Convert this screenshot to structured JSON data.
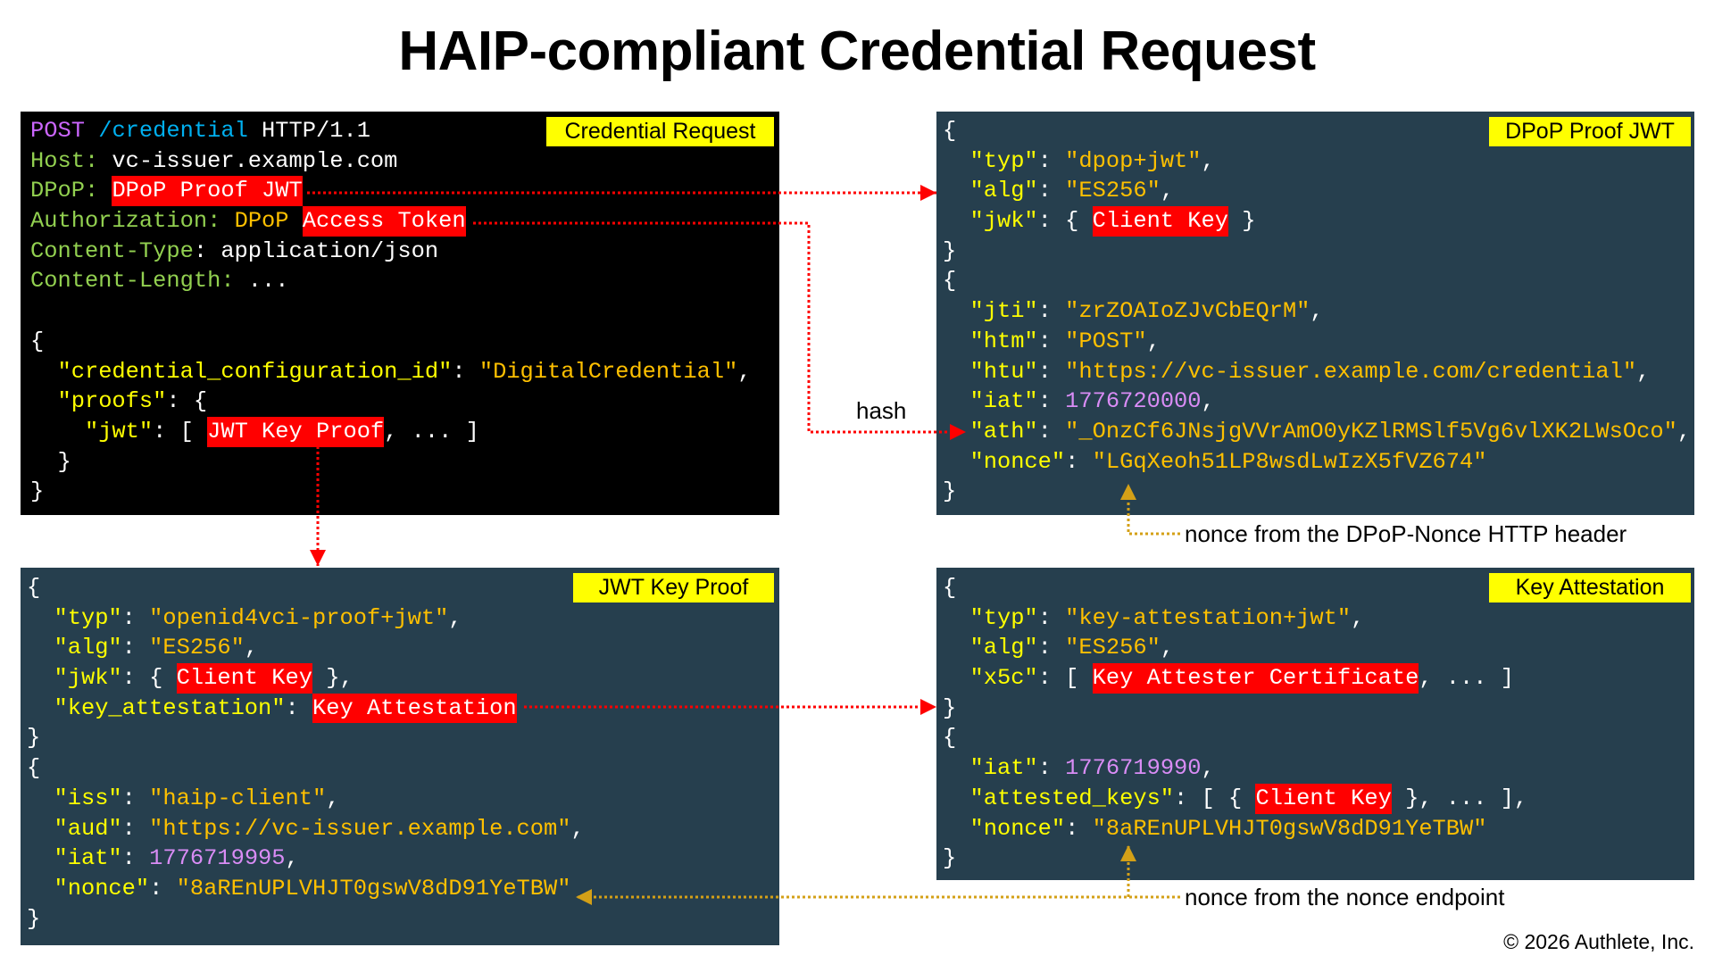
{
  "title": "HAIP-compliant Credential Request",
  "colors": {
    "red": "#FF0000",
    "gold": "#D4A017",
    "panel_bg": "#263F4E",
    "label_bg": "#FFFF00"
  },
  "panels": {
    "credential_request": {
      "label": "Credential Request",
      "lines": [
        [
          [
            "m",
            "POST"
          ],
          [
            "p",
            " "
          ],
          [
            "u",
            "/credential"
          ],
          [
            "p",
            " HTTP/1.1"
          ]
        ],
        [
          [
            "g",
            "Host:"
          ],
          [
            "p",
            " vc-issuer.example.com"
          ]
        ],
        [
          [
            "g",
            "DPoP:"
          ],
          [
            "p",
            " "
          ],
          [
            "h",
            "DPoP Proof JWT"
          ]
        ],
        [
          [
            "g",
            "Authorization:"
          ],
          [
            "p",
            " "
          ],
          [
            "s",
            "DPoP"
          ],
          [
            "p",
            " "
          ],
          [
            "h",
            "Access Token"
          ]
        ],
        [
          [
            "g",
            "Content-Type"
          ],
          [
            "p",
            ": application/json"
          ]
        ],
        [
          [
            "g",
            "Content-Length:"
          ],
          [
            "p",
            " ..."
          ]
        ],
        [],
        [
          [
            "p",
            "{"
          ]
        ],
        [
          [
            "p",
            "  "
          ],
          [
            "k",
            "\"credential_configuration_id\""
          ],
          [
            "p",
            ": "
          ],
          [
            "s",
            "\"DigitalCredential\""
          ],
          [
            "p",
            ","
          ]
        ],
        [
          [
            "p",
            "  "
          ],
          [
            "k",
            "\"proofs\""
          ],
          [
            "p",
            ": {"
          ]
        ],
        [
          [
            "p",
            "    "
          ],
          [
            "k",
            "\"jwt\""
          ],
          [
            "p",
            ": [ "
          ],
          [
            "h",
            "JWT Key Proof"
          ],
          [
            "p",
            ", ... ]"
          ]
        ],
        [
          [
            "p",
            "  }"
          ]
        ],
        [
          [
            "p",
            "}"
          ]
        ]
      ]
    },
    "dpop_proof_jwt": {
      "label": "DPoP Proof JWT",
      "lines": [
        [
          [
            "p",
            "{"
          ]
        ],
        [
          [
            "p",
            "  "
          ],
          [
            "k",
            "\"typ\""
          ],
          [
            "p",
            ": "
          ],
          [
            "s",
            "\"dpop+jwt\""
          ],
          [
            "p",
            ","
          ]
        ],
        [
          [
            "p",
            "  "
          ],
          [
            "k",
            "\"alg\""
          ],
          [
            "p",
            ": "
          ],
          [
            "s",
            "\"ES256\""
          ],
          [
            "p",
            ","
          ]
        ],
        [
          [
            "p",
            "  "
          ],
          [
            "k",
            "\"jwk\""
          ],
          [
            "p",
            ": { "
          ],
          [
            "h",
            "Client Key"
          ],
          [
            "p",
            " }"
          ]
        ],
        [
          [
            "p",
            "}"
          ]
        ],
        [
          [
            "p",
            "{"
          ]
        ],
        [
          [
            "p",
            "  "
          ],
          [
            "k",
            "\"jti\""
          ],
          [
            "p",
            ": "
          ],
          [
            "s",
            "\"zrZOAIoZJvCbEQrM\""
          ],
          [
            "p",
            ","
          ]
        ],
        [
          [
            "p",
            "  "
          ],
          [
            "k",
            "\"htm\""
          ],
          [
            "p",
            ": "
          ],
          [
            "s",
            "\"POST\""
          ],
          [
            "p",
            ","
          ]
        ],
        [
          [
            "p",
            "  "
          ],
          [
            "k",
            "\"htu\""
          ],
          [
            "p",
            ": "
          ],
          [
            "s",
            "\"https://vc-issuer.example.com/credential\""
          ],
          [
            "p",
            ","
          ]
        ],
        [
          [
            "p",
            "  "
          ],
          [
            "k",
            "\"iat\""
          ],
          [
            "p",
            ": "
          ],
          [
            "n",
            "1776720000"
          ],
          [
            "p",
            ","
          ]
        ],
        [
          [
            "p",
            "  "
          ],
          [
            "k",
            "\"ath\""
          ],
          [
            "p",
            ": "
          ],
          [
            "s",
            "\"_OnzCf6JNsjgVVrAmO0yKZlRMSlf5Vg6vlXK2LWsOco\""
          ],
          [
            "p",
            ","
          ]
        ],
        [
          [
            "p",
            "  "
          ],
          [
            "k",
            "\"nonce\""
          ],
          [
            "p",
            ": "
          ],
          [
            "s",
            "\"LGqXeoh51LP8wsdLwIzX5fVZ674\""
          ]
        ],
        [
          [
            "p",
            "}"
          ]
        ]
      ]
    },
    "jwt_key_proof": {
      "label": "JWT Key Proof",
      "lines": [
        [
          [
            "p",
            "{"
          ]
        ],
        [
          [
            "p",
            "  "
          ],
          [
            "k",
            "\"typ\""
          ],
          [
            "p",
            ": "
          ],
          [
            "s",
            "\"openid4vci-proof+jwt\""
          ],
          [
            "p",
            ","
          ]
        ],
        [
          [
            "p",
            "  "
          ],
          [
            "k",
            "\"alg\""
          ],
          [
            "p",
            ": "
          ],
          [
            "s",
            "\"ES256\""
          ],
          [
            "p",
            ","
          ]
        ],
        [
          [
            "p",
            "  "
          ],
          [
            "k",
            "\"jwk\""
          ],
          [
            "p",
            ": { "
          ],
          [
            "h",
            "Client Key"
          ],
          [
            "p",
            " },"
          ]
        ],
        [
          [
            "p",
            "  "
          ],
          [
            "k",
            "\"key_attestation\""
          ],
          [
            "p",
            ": "
          ],
          [
            "h",
            "Key Attestation"
          ]
        ],
        [
          [
            "p",
            "}"
          ]
        ],
        [
          [
            "p",
            "{"
          ]
        ],
        [
          [
            "p",
            "  "
          ],
          [
            "k",
            "\"iss\""
          ],
          [
            "p",
            ": "
          ],
          [
            "s",
            "\"haip-client\""
          ],
          [
            "p",
            ","
          ]
        ],
        [
          [
            "p",
            "  "
          ],
          [
            "k",
            "\"aud\""
          ],
          [
            "p",
            ": "
          ],
          [
            "s",
            "\"https://vc-issuer.example.com\""
          ],
          [
            "p",
            ","
          ]
        ],
        [
          [
            "p",
            "  "
          ],
          [
            "k",
            "\"iat\""
          ],
          [
            "p",
            ": "
          ],
          [
            "n",
            "1776719995"
          ],
          [
            "p",
            ","
          ]
        ],
        [
          [
            "p",
            "  "
          ],
          [
            "k",
            "\"nonce\""
          ],
          [
            "p",
            ": "
          ],
          [
            "s",
            "\"8aREnUPLVHJT0gswV8dD91YeTBW\""
          ]
        ],
        [
          [
            "p",
            "}"
          ]
        ]
      ]
    },
    "key_attestation": {
      "label": "Key Attestation",
      "lines": [
        [
          [
            "p",
            "{"
          ]
        ],
        [
          [
            "p",
            "  "
          ],
          [
            "k",
            "\"typ\""
          ],
          [
            "p",
            ": "
          ],
          [
            "s",
            "\"key-attestation+jwt\""
          ],
          [
            "p",
            ","
          ]
        ],
        [
          [
            "p",
            "  "
          ],
          [
            "k",
            "\"alg\""
          ],
          [
            "p",
            ": "
          ],
          [
            "s",
            "\"ES256\""
          ],
          [
            "p",
            ","
          ]
        ],
        [
          [
            "p",
            "  "
          ],
          [
            "k",
            "\"x5c\""
          ],
          [
            "p",
            ": [ "
          ],
          [
            "h",
            "Key Attester Certificate"
          ],
          [
            "p",
            ", ... ]"
          ]
        ],
        [
          [
            "p",
            "}"
          ]
        ],
        [
          [
            "p",
            "{"
          ]
        ],
        [
          [
            "p",
            "  "
          ],
          [
            "k",
            "\"iat\""
          ],
          [
            "p",
            ": "
          ],
          [
            "n",
            "1776719990"
          ],
          [
            "p",
            ","
          ]
        ],
        [
          [
            "p",
            "  "
          ],
          [
            "k",
            "\"attested_keys\""
          ],
          [
            "p",
            ": [ { "
          ],
          [
            "h",
            "Client Key"
          ],
          [
            "p",
            " }, ... ],"
          ]
        ],
        [
          [
            "p",
            "  "
          ],
          [
            "k",
            "\"nonce\""
          ],
          [
            "p",
            ": "
          ],
          [
            "s",
            "\"8aREnUPLVHJT0gswV8dD91YeTBW\""
          ]
        ],
        [
          [
            "p",
            "}"
          ]
        ]
      ]
    }
  },
  "annotations": {
    "hash": "hash",
    "dpop_nonce_note": "nonce from the DPoP-Nonce HTTP header",
    "nonce_endpoint_note": "nonce from the nonce endpoint"
  },
  "footer": {
    "copyright": "© 2026 Authlete, Inc."
  }
}
